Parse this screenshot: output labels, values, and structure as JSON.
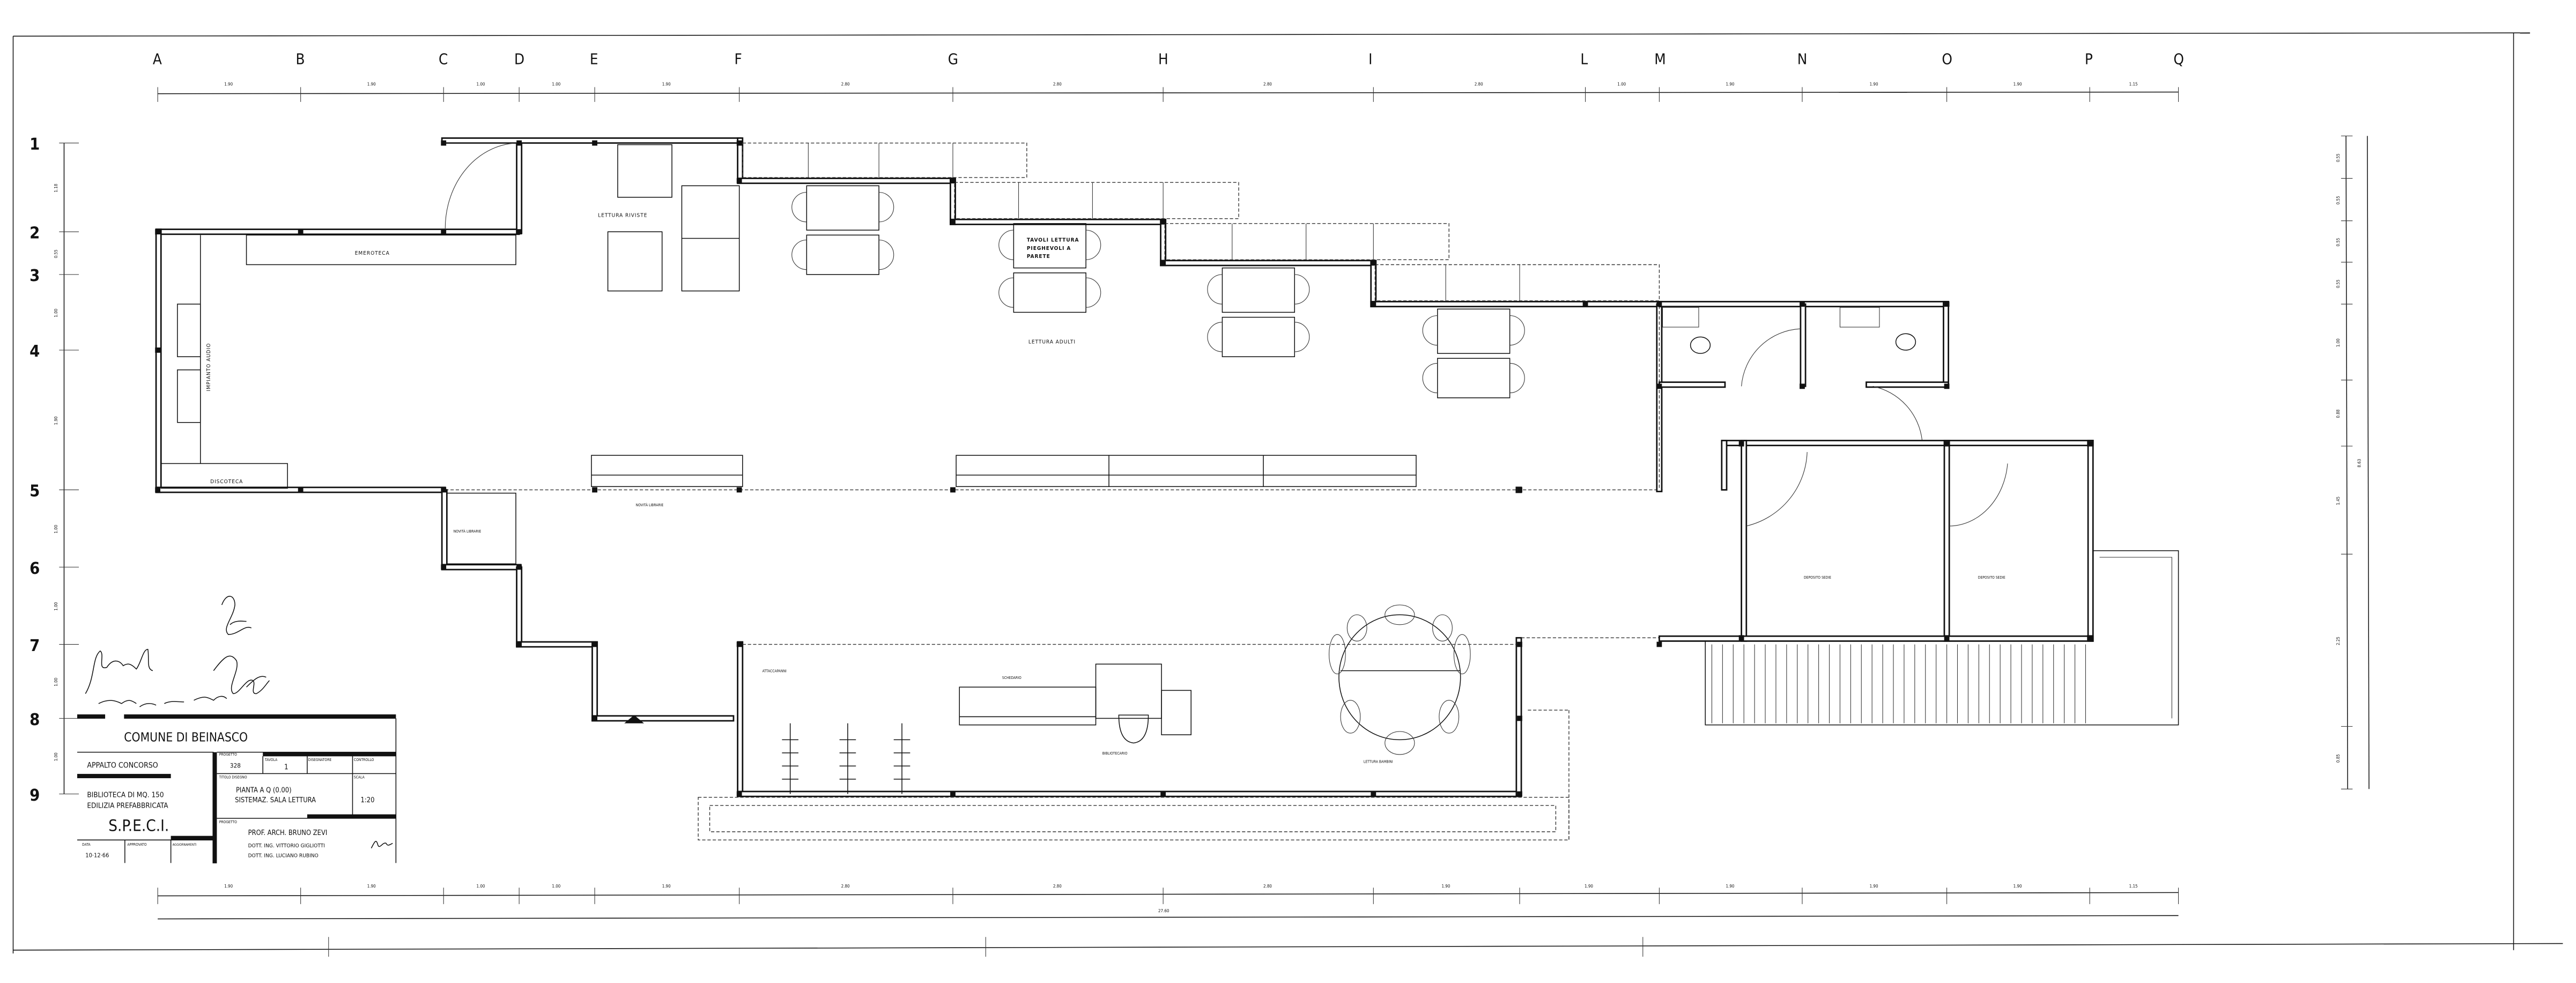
{
  "grid": {
    "columns": [
      "A",
      "B",
      "C",
      "D",
      "E",
      "F",
      "G",
      "H",
      "I",
      "L",
      "M",
      "N",
      "O",
      "P",
      "Q"
    ],
    "rows": [
      "1",
      "2",
      "3",
      "4",
      "5",
      "6",
      "7",
      "8",
      "9"
    ]
  },
  "dimensions": {
    "top": [
      "1.90",
      "1.90",
      "1.00",
      "1.00",
      "1.90",
      "2.80",
      "2.80",
      "2.80",
      "2.80",
      "1.00",
      "1.90",
      "1.90",
      "1.90",
      "1.15"
    ],
    "bottom": [
      "1.90",
      "1.90",
      "1.00",
      "1.00",
      "1.90",
      "2.80",
      "2.80",
      "2.80",
      "1.90",
      "1.90",
      "1.90",
      "1.90",
      "1.90",
      "1.15"
    ],
    "bottom_total": "27.60",
    "left": [
      "1.18",
      "0.55",
      "1.00",
      "1.90",
      "1.00",
      "1.00",
      "1.00",
      "1.00"
    ],
    "right": [
      "0.55",
      "0.55",
      "0.55",
      "0.55",
      "1.00",
      "0.88",
      "1.45",
      "2.25",
      "0.85"
    ],
    "right_total": "8.63"
  },
  "rooms": {
    "emeroteca": "EMEROTECA",
    "impianto_audio": "IMPIANTO AUDIO",
    "discoteca": "DISCOTECA",
    "lettura_riviste": "LETTURA RIVISTE",
    "tavoli_1": "TAVOLI LETTURA",
    "tavoli_2": "PIEGHEVOLI A",
    "tavoli_3": "PARETE",
    "lettura_adulti": "LETTURA ADULTI",
    "novita_1": "NOVITÀ LIBRARIE",
    "novita_2": "NOVITÀ LIBRARIE",
    "attaccapanni": "ATTACCAPANNI",
    "schedario": "SCHEDARIO",
    "bibliotecario": "BIBLIOTECARIO",
    "lettura_bambini": "LETTURA BAMBINI",
    "deposito_1": "DEPOSITO SEDIE",
    "deposito_2": "DEPOSITO SEDIE"
  },
  "title_block": {
    "comune": "COMUNE  DI  BEINASCO",
    "appalto": "APPALTO  CONCORSO",
    "biblioteca": "BIBLIOTECA  DI  MQ. 150",
    "edilizia": "EDILIZIA  PREFABBRICATA",
    "ditta": "S.P.E.C.I.",
    "data_label": "DATA",
    "data_value": "10·12·66",
    "approvato_label": "APPROVATO",
    "aggiornamenti_label": "AGGIORNAMENTI",
    "progetto_label": "PROGETTO",
    "progetto_value": "328",
    "tavola_label": "TAVOLA",
    "tavola_value": "1",
    "disegnatore_label": "DISEGNATORE",
    "controllo_label": "CONTROLLO",
    "titolo_label": "TITOLO DISEGNO",
    "titolo_1": "PIANTA A Q (0.00)",
    "titolo_2": "SISTEMAZ. SALA LETTURA",
    "scala_label": "SCALA",
    "scala_value": "1:20",
    "progettisti_label": "PROGETTO",
    "progettista_1": "PROF.  ARCH.  BRUNO ZEVI",
    "progettista_2": "DOTT.  ING.  VITTORIO  GIGLIOTTI",
    "progettista_3": "DOTT.  ING.  LUCIANO  RUBINO"
  }
}
